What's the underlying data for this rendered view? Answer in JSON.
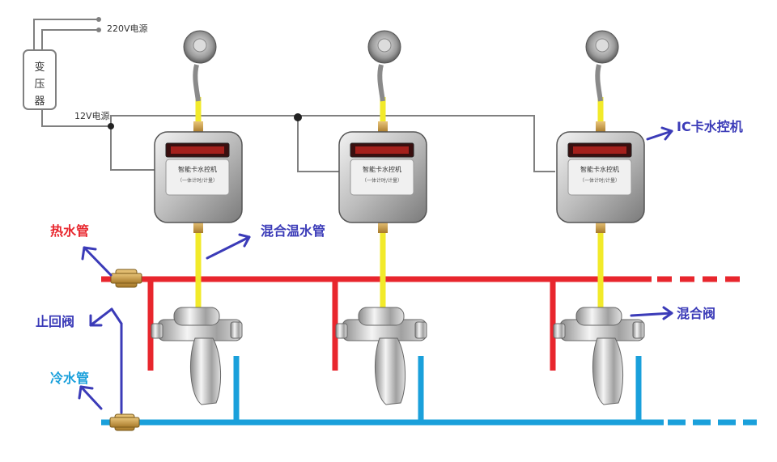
{
  "labels": {
    "power_220v": "220V电源",
    "power_12v": "12V电源",
    "transformer": [
      "变",
      "压",
      "器"
    ],
    "ic_card_controller": "IC卡水控机",
    "mixed_warm_pipe": "混合温水管",
    "hot_pipe": "热水管",
    "check_valve": "止回阀",
    "cold_pipe": "冷水管",
    "mixing_valve": "混合阀"
  },
  "controller": {
    "title": "智能卡水控机",
    "subtitle": "（一体计时/计量）"
  },
  "colors": {
    "hot": "#e8262d",
    "cold": "#1aa0db",
    "warm_pipe": "#f2ea2a",
    "label_blue": "#3b3bb8",
    "wire": "#808080"
  }
}
